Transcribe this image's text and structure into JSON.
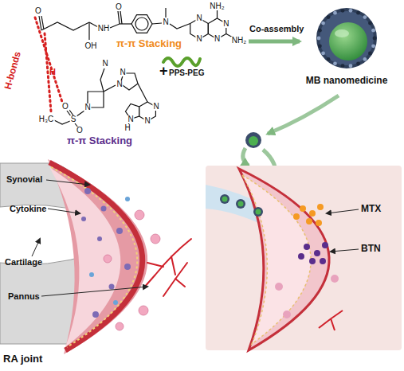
{
  "diagram": {
    "nodes": [
      {
        "text": [
          "MB nanomedicine"
        ]
      }
    ],
    "labels": [
      "O",
      "NH",
      "OH",
      "O",
      "N",
      "N",
      "N",
      "N",
      "N",
      "NH₂",
      "NH₂",
      "π-π Stacking",
      "PPS-PEG",
      "Co-assembly",
      "+",
      "N",
      "N",
      "N",
      "N",
      "S",
      "O",
      "O",
      "H₃C",
      "N",
      "N",
      "N",
      "H",
      "H",
      "H-bonds",
      "π-π Stacking",
      "Synovial",
      "Cytokine",
      "Cartilage",
      "Pannus",
      "RA joint",
      "MTX",
      "BTN"
    ]
  }
}
